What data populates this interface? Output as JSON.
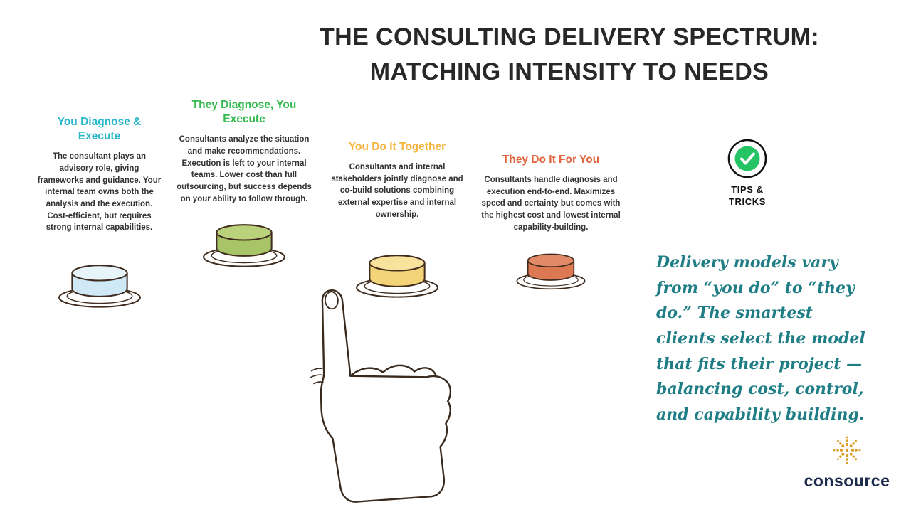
{
  "title": {
    "line1": "THE CONSULTING DELIVERY SPECTRUM:",
    "line2": "MATCHING INTENSITY TO NEEDS"
  },
  "columns": [
    {
      "heading": "You Diagnose & Execute",
      "description": "The consultant plays an advisory role, giving frameworks and guidance. Your internal team owns both the analysis and the execution. Cost-efficient, but requires strong internal capabilities.",
      "accent": "#29b6c9",
      "colors": {
        "side": "#cfe9f6",
        "top": "#e7f5fb"
      }
    },
    {
      "heading": "They Diagnose, You Execute",
      "description": "Consultants analyze the situation and make recommendations. Execution is left to your internal teams. Lower cost than full outsourcing, but success depends on your ability to follow through.",
      "accent": "#33b94f",
      "colors": {
        "side": "#a7c566",
        "top": "#bbd27c"
      }
    },
    {
      "heading": "You Do It Together",
      "description": "Consultants and internal stakeholders jointly diagnose and co-build solutions combining external expertise and internal ownership.",
      "accent": "#f5b53e",
      "colors": {
        "side": "#f4d478",
        "top": "#f8e29c"
      }
    },
    {
      "heading": "They Do It For You",
      "description": "Consultants handle diagnosis and execution end-to-end. Maximizes speed and certainty but comes with the highest cost and lowest internal capability-building.",
      "accent": "#e2643c",
      "colors": {
        "side": "#dc7852",
        "top": "#e28a67"
      }
    }
  ],
  "tips_badge": {
    "line1": "TIPS &",
    "line2": "TRICKS",
    "check_color": "#24c364"
  },
  "quote": {
    "text": "Delivery models vary from “you do” to “they do.” The smartest clients select the model that fits their project — balancing cost, control, and capability building.",
    "color": "#1f7e85"
  },
  "logo": {
    "text": "consource",
    "burst_color": "#d99c20"
  }
}
